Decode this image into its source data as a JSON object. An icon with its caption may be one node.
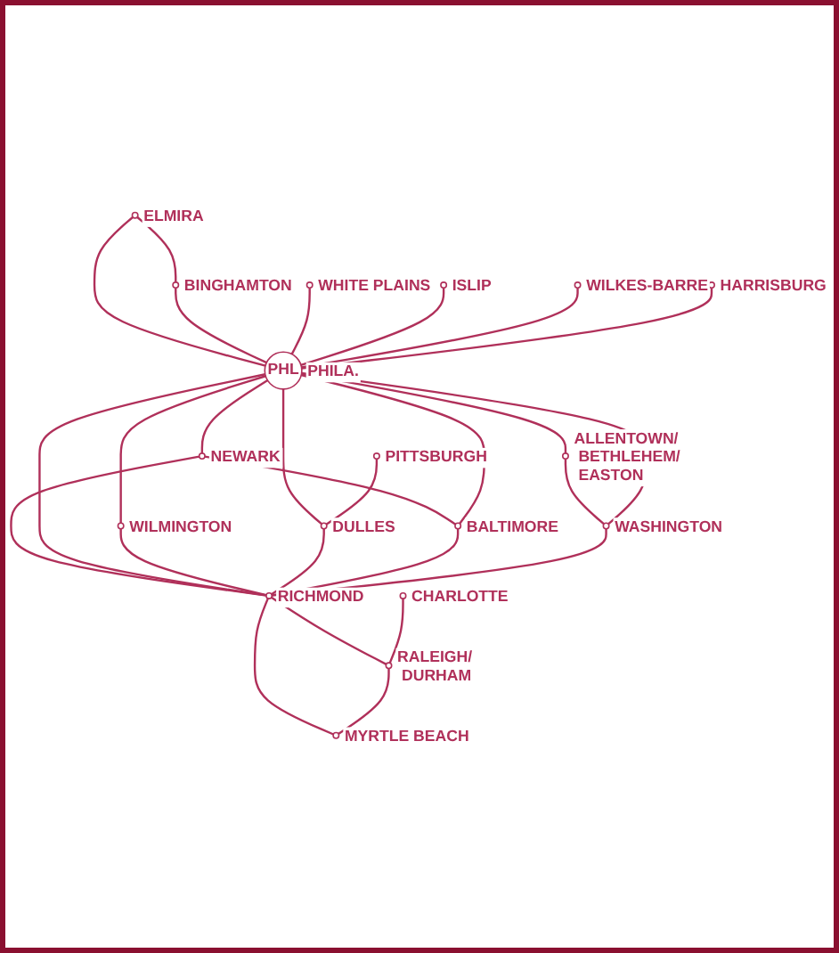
{
  "diagram": {
    "nodes": [
      {
        "text": [],
        "shape": "circle",
        "beside": [
          "NEWARK"
        ]
      },
      {
        "text": [],
        "shape": "circle",
        "beside": [
          "BINGHAMTON"
        ]
      },
      {
        "text": [],
        "shape": "circle",
        "beside": [
          "ELMIRA"
        ]
      },
      {
        "text": [],
        "shape": "circle",
        "beside": [
          "WHITE PLAINS"
        ]
      },
      {
        "text": [],
        "shape": "circle",
        "beside": [
          "ISLIP"
        ]
      },
      {
        "text": [],
        "shape": "circle",
        "beside": [
          "WILKES-BARRE"
        ]
      },
      {
        "text": [],
        "shape": "circle",
        "beside": [
          "ALLENTOWN/ BETHLEHEM/ EASTON"
        ]
      },
      {
        "text": [
          "PHL"
        ],
        "beside": [
          "PHILA."
        ]
      },
      {
        "text": [],
        "shape": "circle",
        "beside": [
          "HARRISBURG"
        ]
      },
      {
        "text": [],
        "shape": "circle",
        "beside": [
          "WILMINGTON"
        ]
      },
      {
        "text": [],
        "shape": "circle",
        "beside": [
          "PITTSBURGH"
        ]
      },
      {
        "text": [],
        "shape": "circle",
        "beside": [
          "DULLES"
        ]
      },
      {
        "text": [],
        "shape": "circle",
        "beside": [
          "BALTIMORE"
        ]
      },
      {
        "text": [],
        "shape": "circle",
        "beside": [
          "WASHINGTON"
        ]
      },
      {
        "text": [],
        "shape": "circle",
        "beside": [
          "RICHMOND"
        ]
      },
      {
        "text": [],
        "shape": "circle",
        "beside": [
          "RALEIGH/ DURHAM"
        ]
      },
      {
        "text": [],
        "shape": "circle",
        "beside": [
          "CHARLOTTE"
        ]
      },
      {
        "text": [],
        "shape": "circle",
        "beside": [
          "MYRTLE BEACH"
        ]
      }
    ],
    "edges": [
      {
        "from": 2,
        "to": 1,
        "arrow": "none"
      },
      {
        "from": 2,
        "to": 7,
        "arrow": "none"
      },
      {
        "from": 1,
        "to": 7,
        "arrow": "none"
      },
      {
        "from": 7,
        "to": 0,
        "arrow": "none"
      },
      {
        "from": 0,
        "to": 14,
        "arrow": "none"
      },
      {
        "from": 0,
        "to": 12,
        "arrow": "none"
      },
      {
        "from": 3,
        "to": 7,
        "arrow": "none"
      },
      {
        "from": 4,
        "to": 7,
        "arrow": "none"
      },
      {
        "from": 5,
        "to": 7,
        "arrow": "none"
      },
      {
        "from": 7,
        "to": 6,
        "arrow": "none"
      },
      {
        "from": 6,
        "to": 13,
        "arrow": "none"
      },
      {
        "from": 8,
        "to": 7,
        "arrow": "none"
      },
      {
        "from": 7,
        "to": 9,
        "arrow": "none"
      },
      {
        "from": 7,
        "to": 11,
        "arrow": "none"
      },
      {
        "from": 7,
        "to": 14,
        "arrow": "none"
      },
      {
        "from": 7,
        "to": 13,
        "arrow": "none"
      },
      {
        "from": 7,
        "to": 12,
        "arrow": "none"
      },
      {
        "from": 9,
        "to": 14,
        "arrow": "none"
      },
      {
        "from": 10,
        "to": 11,
        "arrow": "none"
      },
      {
        "from": 11,
        "to": 14,
        "arrow": "none"
      },
      {
        "from": 12,
        "to": 14,
        "arrow": "none"
      },
      {
        "from": 13,
        "to": 14,
        "arrow": "none"
      },
      {
        "from": 14,
        "to": 15,
        "arrow": "none"
      },
      {
        "from": 14,
        "to": 17,
        "arrow": "none"
      },
      {
        "from": 16,
        "to": 15,
        "arrow": "none"
      },
      {
        "from": 15,
        "to": 17,
        "arrow": "none"
      }
    ]
  }
}
